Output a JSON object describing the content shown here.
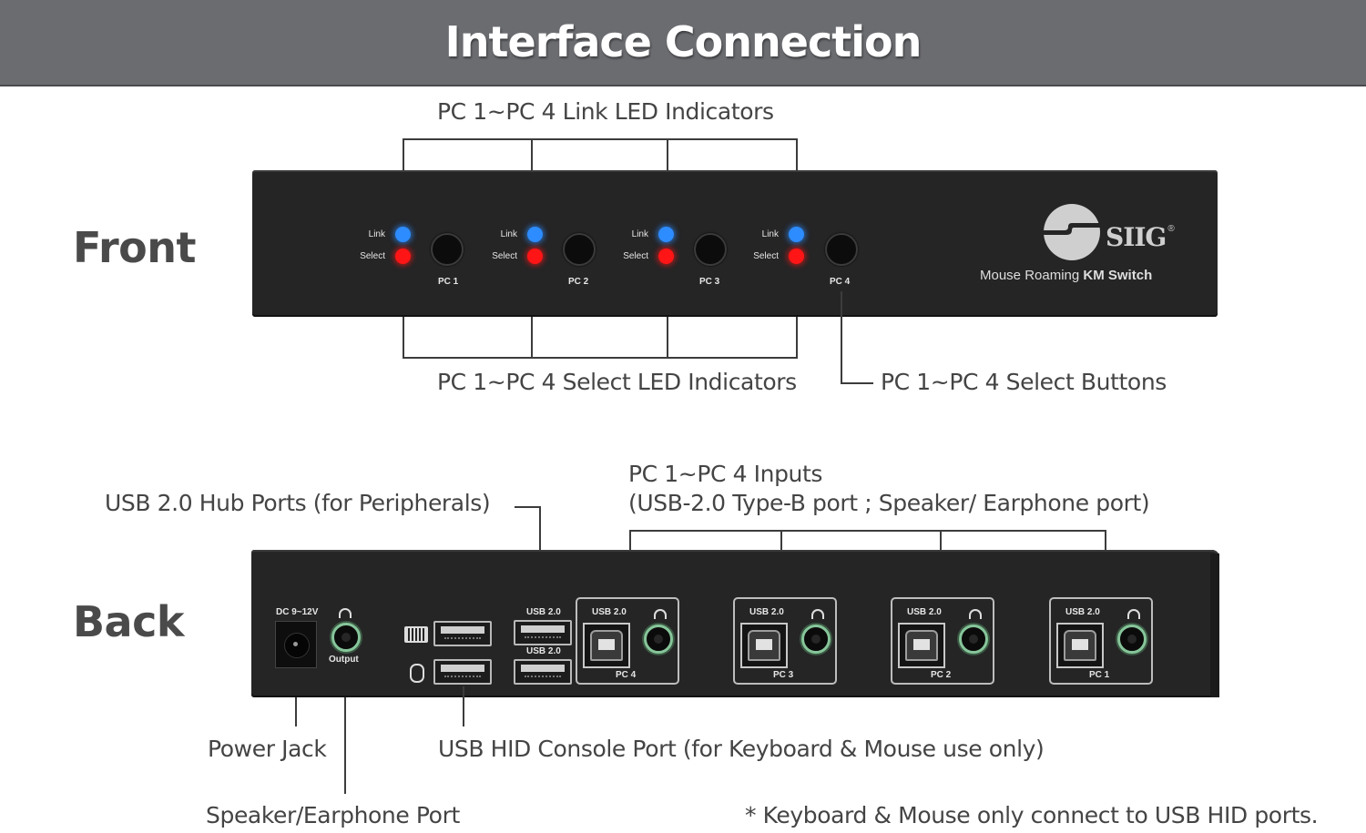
{
  "header": {
    "title": "Interface Connection"
  },
  "front": {
    "section_label": "Front",
    "ports": [
      {
        "link_label": "Link",
        "select_label": "Select",
        "button_label": "PC 1"
      },
      {
        "link_label": "Link",
        "select_label": "Select",
        "button_label": "PC 2"
      },
      {
        "link_label": "Link",
        "select_label": "Select",
        "button_label": "PC 3"
      },
      {
        "link_label": "Link",
        "select_label": "Select",
        "button_label": "PC 4"
      }
    ],
    "brand": {
      "logo_text": "SIIG",
      "registered": "®",
      "product_prefix": "Mouse Roaming ",
      "product_bold": "KM Switch"
    },
    "callouts": {
      "link_leds": "PC 1~PC 4 Link LED Indicators",
      "select_leds": "PC 1~PC 4 Select LED Indicators",
      "select_buttons": "PC 1~PC 4 Select Buttons"
    },
    "colors": {
      "link_led": "#2d8cff",
      "select_led": "#ff1515"
    }
  },
  "back": {
    "section_label": "Back",
    "power_label": "DC 9~12V",
    "output_label": "Output",
    "hub_port_labels": [
      "USB 2.0",
      "USB 2.0"
    ],
    "inputs": [
      {
        "usb_label": "USB 2.0",
        "pc_label": "PC 4"
      },
      {
        "usb_label": "USB 2.0",
        "pc_label": "PC 3"
      },
      {
        "usb_label": "USB 2.0",
        "pc_label": "PC 2"
      },
      {
        "usb_label": "USB 2.0",
        "pc_label": "PC 1"
      }
    ],
    "callouts": {
      "hub_ports": "USB 2.0 Hub Ports (for Peripherals)",
      "pc_inputs_line1": "PC 1~PC 4 Inputs",
      "pc_inputs_line2": "(USB-2.0 Type-B port ; Speaker/ Earphone port)",
      "power_jack": "Power Jack",
      "hid_console": "USB HID Console Port (for Keyboard & Mouse use only)",
      "speaker_port": "Speaker/Earphone Port"
    },
    "icons": [
      "keyboard-icon",
      "mouse-icon",
      "headphone-icon"
    ]
  },
  "footnote": "* Keyboard & Mouse only connect to USB HID ports."
}
